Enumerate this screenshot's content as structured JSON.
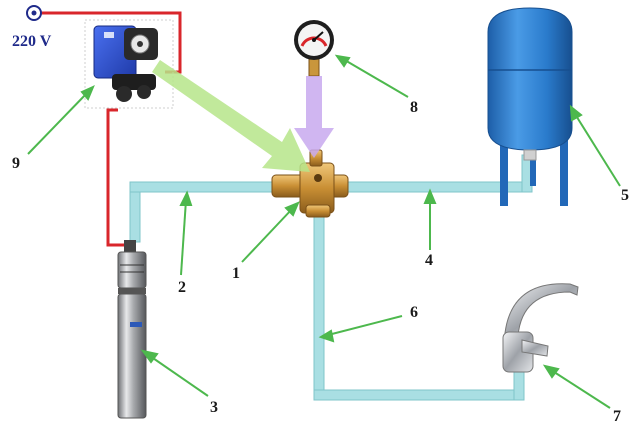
{
  "power_supply": {
    "voltage_label": "220 V"
  },
  "components": [
    {
      "id": "1",
      "name": "five-way-fitting"
    },
    {
      "id": "2",
      "name": "supply-pipe"
    },
    {
      "id": "3",
      "name": "submersible-pump"
    },
    {
      "id": "4",
      "name": "tank-pipe"
    },
    {
      "id": "5",
      "name": "expansion-tank"
    },
    {
      "id": "6",
      "name": "consumer-pipe"
    },
    {
      "id": "7",
      "name": "faucet"
    },
    {
      "id": "8",
      "name": "pressure-gauge"
    },
    {
      "id": "9",
      "name": "pressure-switch"
    }
  ],
  "colors": {
    "pipe": "#a9dfe3",
    "pipe_edge": "#7fc4ca",
    "wire": "#d9262b",
    "leader_arrow": "#4db84d",
    "flow_arrow_green": "#b6e58a",
    "flow_arrow_violet": "#c8a9ee",
    "tank": "#2b7fd0",
    "switch": "#2c4fd6",
    "brass": "#c9963c",
    "label": "#1a1a1a",
    "voltage_label": "#1f2a8a"
  }
}
